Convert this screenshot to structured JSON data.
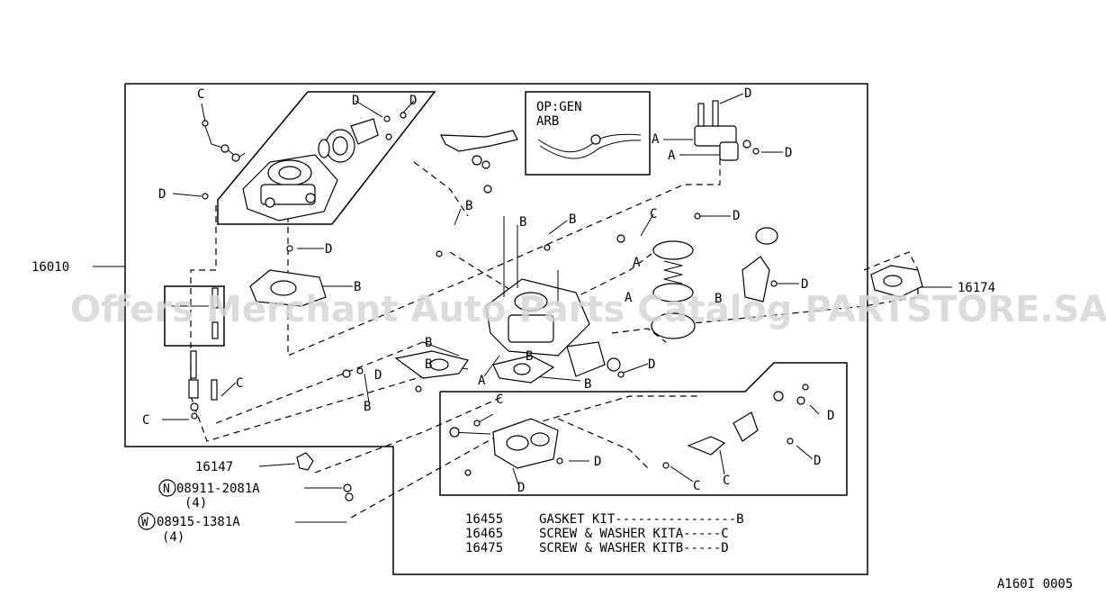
{
  "diagram": {
    "main_callouts": {
      "assembly": "16010",
      "insulator": "16174",
      "cap": "16147",
      "nut": "08911-2081A",
      "nut_qty": "(4)",
      "nut_marker": "N",
      "washer": "08915-1381A",
      "washer_qty": "(4)",
      "washer_marker": "W"
    },
    "option_box": {
      "line1": "OP:GEN",
      "line2": "ARB"
    },
    "letters": {
      "a": "A",
      "b": "B",
      "c": "C",
      "d": "D"
    },
    "kit_legend": [
      {
        "number": "16455",
        "text": "GASKET KIT----------------B"
      },
      {
        "number": "16465",
        "text": "SCREW & WASHER KITA-----C"
      },
      {
        "number": "16475",
        "text": "SCREW & WASHER KITB-----D"
      }
    ],
    "watermark": "Offers Merchant Auto Parts Catalog PARTSTORE.SA",
    "figure_code": "A160I 0005"
  }
}
